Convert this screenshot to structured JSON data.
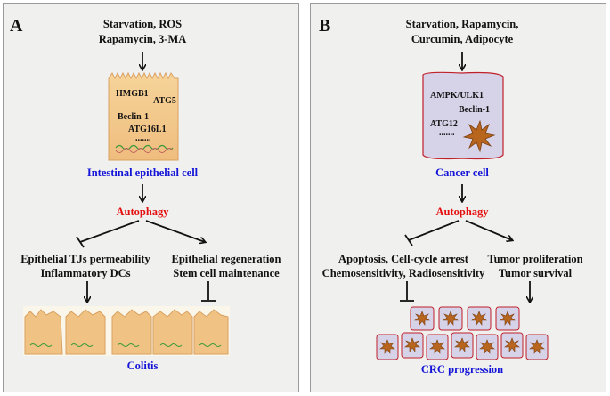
{
  "panel_a": {
    "letter": "A",
    "inducers_line1": "Starvation, ROS",
    "inducers_line2": "Rapamycin, 3-MA",
    "cell_labels": [
      "HMGB1",
      "ATG5",
      "Beclin-1",
      "ATG16L1",
      "......."
    ],
    "cell_name": "Intestinal epithelial cell",
    "process": "Autophagy",
    "inhibited_line1": "Epithelial TJs permeability",
    "inhibited_line2": "Inflammatory DCs",
    "promoted_line1": "Epithelial regeneration",
    "promoted_line2": "Stem cell maintenance",
    "outcome": "Colitis"
  },
  "panel_b": {
    "letter": "B",
    "inducers_line1": "Starvation, Rapamycin,",
    "inducers_line2": "Curcumin, Adipocyte",
    "cell_labels": [
      "AMPK/ULK1",
      "Beclin-1",
      "ATG12",
      "......."
    ],
    "cell_name": "Cancer cell",
    "process": "Autophagy",
    "inhibited_line1": "Apoptosis, Cell-cycle arrest",
    "inhibited_line2": "Chemosensitivity, Radiosensitivity",
    "promoted_line1": "Tumor proliferation",
    "promoted_line2": "Tumor survival",
    "outcome": "CRC progression"
  },
  "colors": {
    "cell_label_blue": "#1414d8",
    "autophagy_red": "#e41010",
    "epithelial_tan": "#f2c689",
    "cancer_cell_fill": "#d6d2e8",
    "cancer_cell_border": "#c0202a",
    "tumor_star": "#b8661e"
  }
}
